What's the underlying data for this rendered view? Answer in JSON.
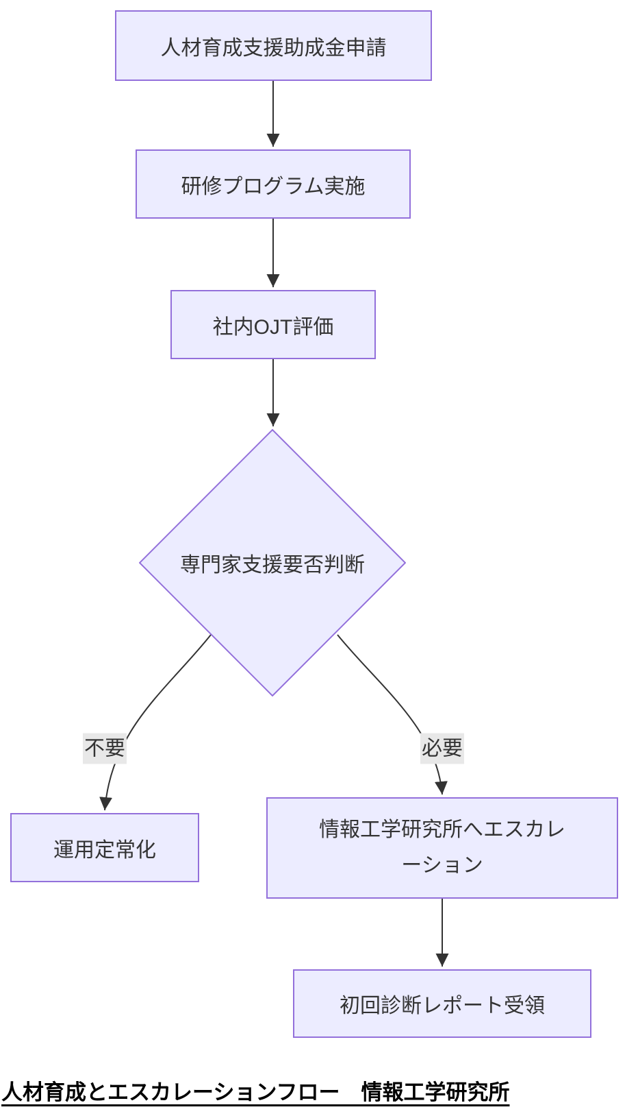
{
  "diagram": {
    "caption": "人材育成とエスカレーションフロー　情報工学研究所",
    "nodes": {
      "apply": {
        "label": "人材育成支援助成金申請",
        "shape": "rect"
      },
      "training": {
        "label": "研修プログラム実施",
        "shape": "rect"
      },
      "ojt": {
        "label": "社内OJT評価",
        "shape": "rect"
      },
      "decision": {
        "label": "専門家支援要否判断",
        "shape": "diamond"
      },
      "steady": {
        "label": "運用定常化",
        "shape": "rect"
      },
      "escalate": {
        "label": "情報工学研究所へエスカレーション",
        "shape": "rect"
      },
      "report": {
        "label": "初回診断レポート受領",
        "shape": "rect"
      }
    },
    "edges": [
      {
        "from": "apply",
        "to": "training",
        "label": ""
      },
      {
        "from": "training",
        "to": "ojt",
        "label": ""
      },
      {
        "from": "ojt",
        "to": "decision",
        "label": ""
      },
      {
        "from": "decision",
        "to": "steady",
        "label": "不要"
      },
      {
        "from": "decision",
        "to": "escalate",
        "label": "必要"
      },
      {
        "from": "escalate",
        "to": "report",
        "label": ""
      }
    ],
    "colors": {
      "node_fill": "#ECECFF",
      "node_border": "#9370DB",
      "edge_stroke": "#333333",
      "edge_label_bg": "#E8E8E8",
      "node_text": "#333333",
      "caption_text": "#000000"
    }
  }
}
